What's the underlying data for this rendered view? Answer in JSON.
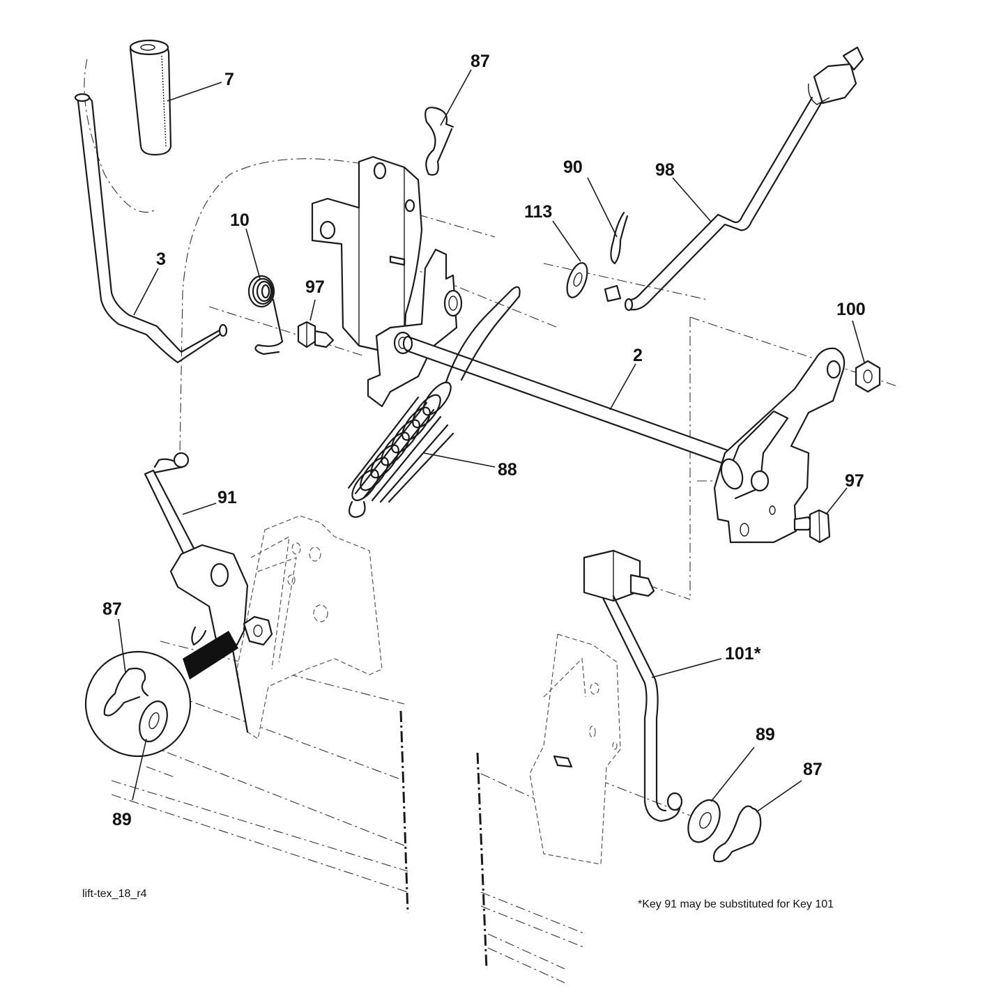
{
  "callouts": {
    "c7": "7",
    "c87_top": "87",
    "c90": "90",
    "c98": "98",
    "c113": "113",
    "c10": "10",
    "c3": "3",
    "c97_left": "97",
    "c100": "100",
    "c2": "2",
    "c88": "88",
    "c97_right": "97",
    "c91": "91",
    "c87_left": "87",
    "c89_left": "89",
    "c101": "101*",
    "c89_right": "89",
    "c87_right": "87"
  },
  "footer": {
    "drawing_id": "lift-tex_18_r4",
    "note": "*Key 91 may be substituted for Key 101"
  }
}
